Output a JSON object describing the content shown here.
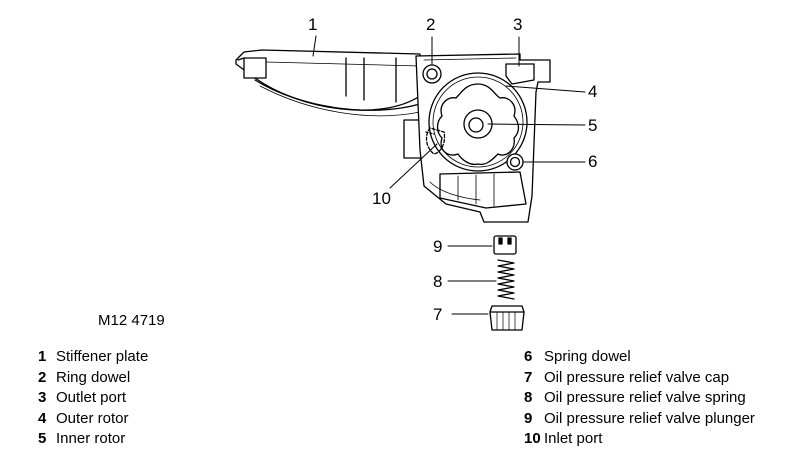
{
  "figure": {
    "code": "M12 4719"
  },
  "callouts": [
    "1",
    "2",
    "3",
    "4",
    "5",
    "6",
    "10",
    "9",
    "8",
    "7"
  ],
  "legend": [
    {
      "num": "1",
      "label": "Stiffener plate"
    },
    {
      "num": "2",
      "label": "Ring dowel"
    },
    {
      "num": "3",
      "label": "Outlet port"
    },
    {
      "num": "4",
      "label": "Outer rotor"
    },
    {
      "num": "5",
      "label": "Inner rotor"
    },
    {
      "num": "6",
      "label": "Spring dowel"
    },
    {
      "num": "7",
      "label": "Oil pressure relief valve cap"
    },
    {
      "num": "8",
      "label": "Oil pressure relief valve spring"
    },
    {
      "num": "9",
      "label": "Oil pressure relief valve plunger"
    },
    {
      "num": "10",
      "label": "Inlet port"
    }
  ]
}
